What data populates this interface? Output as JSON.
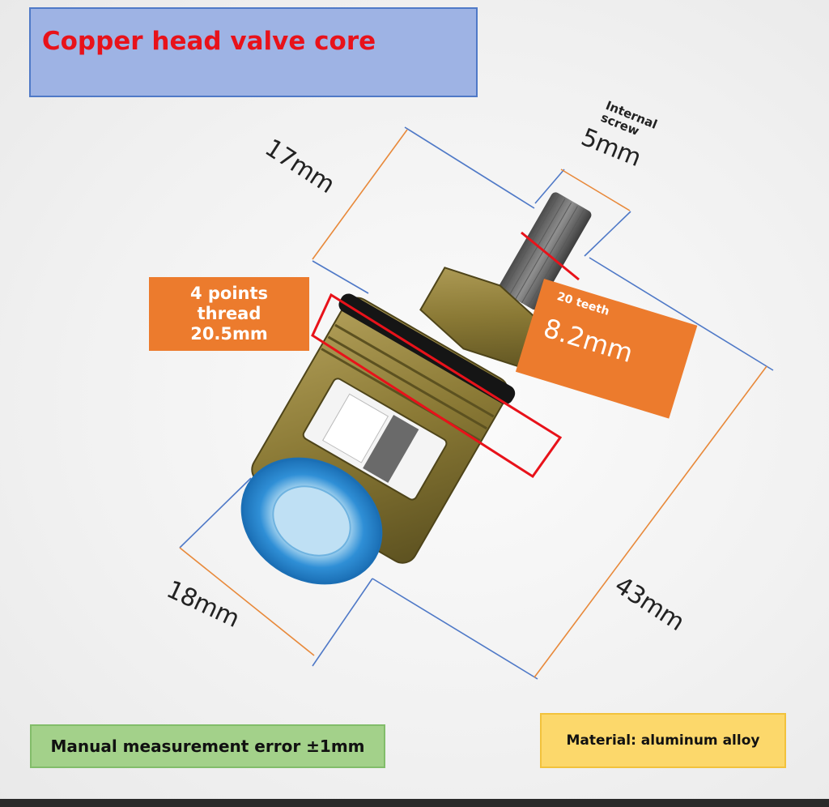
{
  "title": "Copper head valve core",
  "dimensions": {
    "top_length": "17mm",
    "internal_screw_label": "Internal screw",
    "internal_screw_value": "5mm",
    "bottom_diameter": "18mm",
    "total_length": "43mm"
  },
  "thread_callout": {
    "line1": "4 points",
    "line2": "thread",
    "line3": "20.5mm"
  },
  "teeth_callout": {
    "label": "20 teeth",
    "value": "8.2mm"
  },
  "notes": {
    "measurement": "Manual measurement error ±1mm",
    "material": "Material: aluminum alloy"
  },
  "colors": {
    "title_bg": "#9eb3e4",
    "title_text": "#e8121a",
    "callout_orange": "#ec7b2d",
    "measure_blue": "#4f79c7",
    "measure_orange": "#e8893a",
    "highlight_red": "#e8121a",
    "brass": "#8a7a3a",
    "seal_blue": "#2f8fd6"
  }
}
